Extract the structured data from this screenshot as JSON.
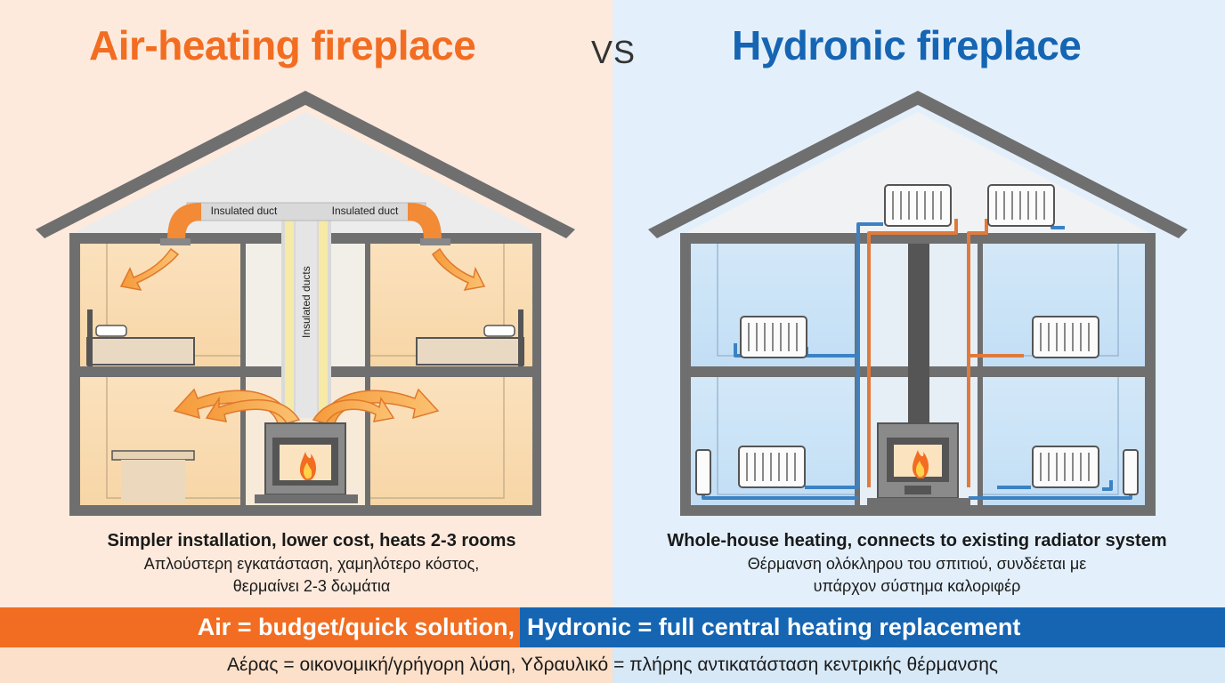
{
  "titles": {
    "left": "Air-heating fireplace",
    "vs": "VS",
    "right": "Hydronic fireplace"
  },
  "diagram_labels": {
    "duct_left": "Insulated duct",
    "duct_right": "Insulated duct",
    "ducts_vertical": "Insulated ducts"
  },
  "captions": {
    "left_en": "Simpler installation, lower cost, heats 2-3 rooms",
    "left_gr_1": "Απλούστερη εγκατάσταση, χαμηλότερο κόστος,",
    "left_gr_2": "θερμαίνει 2-3 δωμάτια",
    "right_en": "Whole-house heating, connects to existing radiator system",
    "right_gr_1": "Θέρμανση ολόκληρου του σπιτιού, συνδέεται με",
    "right_gr_2": "υπάρχον σύστημα καλοριφέρ"
  },
  "banner": {
    "left": "Air = budget/quick solution,",
    "right": "Hydronic = full central heating replacement"
  },
  "footer": "Αέρας = οικονομική/γρήγορη λύση, Υδραυλικό = πλήρης αντικατάσταση κεντρικής θέρμανσης",
  "colors": {
    "air_orange": "#f26d21",
    "hydronic_blue": "#1565b3",
    "hot_pipe": "#e07a3c",
    "cold_pipe": "#3b82c4",
    "wall_gray": "#6f6f6f"
  },
  "icons": [
    "flame-icon",
    "radiator-icon",
    "bed-icon",
    "table-icon",
    "airflow-arrow-icon"
  ]
}
